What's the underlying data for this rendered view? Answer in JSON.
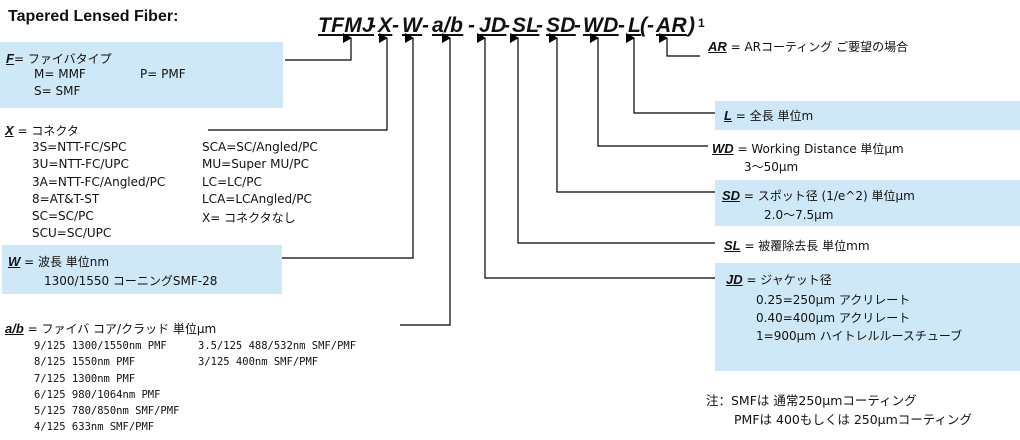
{
  "title": "Tapered Lensed Fiber:",
  "code": {
    "parts": [
      "TFMJ",
      "X",
      "W",
      "a/b",
      "JD",
      "SL",
      "SD",
      "WD",
      "L",
      "AR"
    ],
    "separator": "-",
    "open_paren": "(",
    "close_paren": ")",
    "superscript": "1"
  },
  "ar": {
    "key": "AR",
    "text": " = ARコーティング ご要望の場合"
  },
  "f": {
    "key": "F",
    "text": "= ファイバタイプ",
    "mm": "M= MMF",
    "pm": "P= PMF",
    "sm": "S= SMF"
  },
  "x": {
    "key": "X",
    "text": " = コネクタ",
    "left": [
      "3S=NTT-FC/SPC",
      "3U=NTT-FC/UPC",
      "3A=NTT-FC/Angled/PC",
      "8=AT&T-ST",
      "SC=SC/PC",
      "SCU=SC/UPC"
    ],
    "right": [
      "SCA=SC/Angled/PC",
      "MU=Super MU/PC",
      "LC=LC/PC",
      "LCA=LCAngled/PC",
      "X= コネクタなし"
    ]
  },
  "w": {
    "key": "W",
    "text": " = 波長  単位nm",
    "sub": "1300/1550  コーニングSMF-28"
  },
  "ab": {
    "key": "a/b",
    "text": " = ファイバ コア/クラッド  単位μm",
    "left": [
      "9/125 1300/1550nm PMF",
      "8/125 1550nm PMF",
      "7/125 1300nm PMF",
      "6/125 980/1064nm PMF",
      "5/125 780/850nm SMF/PMF",
      "4/125 633nm SMF/PMF"
    ],
    "right": [
      "3.5/125 488/532nm SMF/PMF",
      "3/125 400nm SMF/PMF"
    ]
  },
  "l": {
    "key": "L",
    "text": " = 全長  単位m"
  },
  "wd": {
    "key": "WD",
    "text": " = Working Distance  単位μm",
    "sub": "3～50μm"
  },
  "sd": {
    "key": "SD",
    "text": " = スポット径 (1/e^2)  単位μm",
    "sub": "2.0～7.5μm"
  },
  "sl": {
    "key": "SL",
    "text": " = 被覆除去長  単位mm"
  },
  "jd": {
    "key": "JD",
    "text": " = ジャケット径",
    "items": [
      "0.25=250μm  アクリレート",
      "0.40=400μm  アクリレート",
      "1=900μm  ハイトレルルースチューブ"
    ]
  },
  "notes": [
    "注：SMFは 通常250μmコーティング",
    "PMFは 400もしくは 250μmコーティング"
  ],
  "colors": {
    "box_fill": "#cfe8f7",
    "line": "#000000"
  }
}
